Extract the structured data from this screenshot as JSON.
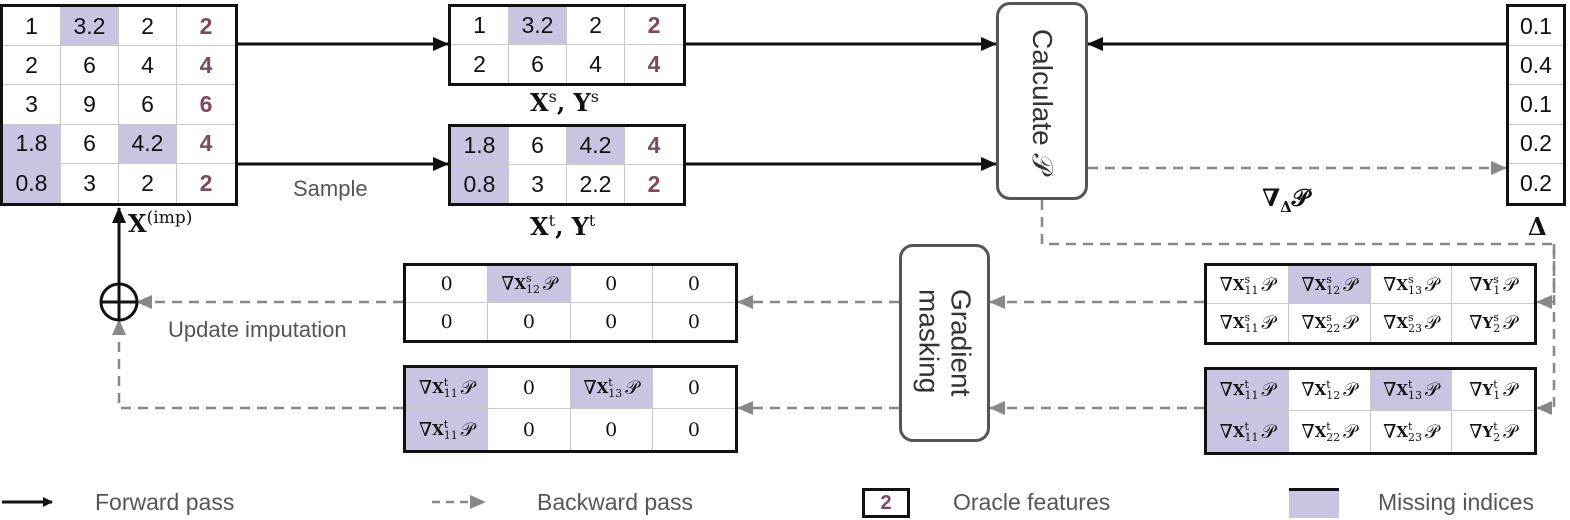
{
  "imp_matrix": {
    "label": "X(imp)",
    "rows": [
      [
        {
          "v": "1"
        },
        {
          "v": "3.2",
          "miss": true
        },
        {
          "v": "2"
        },
        {
          "v": "2",
          "oracle": true
        }
      ],
      [
        {
          "v": "2"
        },
        {
          "v": "6"
        },
        {
          "v": "4"
        },
        {
          "v": "4",
          "oracle": true
        }
      ],
      [
        {
          "v": "3"
        },
        {
          "v": "9"
        },
        {
          "v": "6"
        },
        {
          "v": "6",
          "oracle": true
        }
      ],
      [
        {
          "v": "1.8",
          "miss": true
        },
        {
          "v": "6"
        },
        {
          "v": "4.2",
          "miss": true
        },
        {
          "v": "4",
          "oracle": true
        }
      ],
      [
        {
          "v": "0.8",
          "miss": true
        },
        {
          "v": "3"
        },
        {
          "v": "2"
        },
        {
          "v": "2",
          "oracle": true
        }
      ]
    ]
  },
  "source_matrix": {
    "label": "Xs, Ys",
    "rows": [
      [
        {
          "v": "1"
        },
        {
          "v": "3.2",
          "miss": true
        },
        {
          "v": "2"
        },
        {
          "v": "2",
          "oracle": true
        }
      ],
      [
        {
          "v": "2"
        },
        {
          "v": "6"
        },
        {
          "v": "4"
        },
        {
          "v": "4",
          "oracle": true
        }
      ]
    ]
  },
  "target_matrix": {
    "label": "Xt, Yt",
    "rows": [
      [
        {
          "v": "1.8",
          "miss": true
        },
        {
          "v": "6"
        },
        {
          "v": "4.2",
          "miss": true
        },
        {
          "v": "4",
          "oracle": true
        }
      ],
      [
        {
          "v": "0.8",
          "miss": true
        },
        {
          "v": "3"
        },
        {
          "v": "2.2"
        },
        {
          "v": "2",
          "oracle": true
        }
      ]
    ]
  },
  "delta": {
    "label": "Δ",
    "values": [
      "0.1",
      "0.4",
      "0.1",
      "0.2",
      "0.2"
    ]
  },
  "calculate_box": {
    "label": "Calculate 𝒫"
  },
  "masking_box": {
    "label_line1": "Gradient",
    "label_line2": "masking"
  },
  "labels": {
    "sample": "Sample",
    "update": "Update imputation",
    "grad_delta": "∇Δ𝒫"
  },
  "grad_source": {
    "rows": [
      [
        {
          "b": "X",
          "s": "s",
          "i": "11"
        },
        {
          "b": "X",
          "s": "s",
          "i": "12",
          "miss": true
        },
        {
          "b": "X",
          "s": "s",
          "i": "13"
        },
        {
          "b": "Y",
          "s": "s",
          "i": "1"
        }
      ],
      [
        {
          "b": "X",
          "s": "s",
          "i": "11"
        },
        {
          "b": "X",
          "s": "s",
          "i": "22"
        },
        {
          "b": "X",
          "s": "s",
          "i": "23"
        },
        {
          "b": "Y",
          "s": "s",
          "i": "2"
        }
      ]
    ]
  },
  "grad_target": {
    "rows": [
      [
        {
          "b": "X",
          "s": "t",
          "i": "11",
          "miss": true
        },
        {
          "b": "X",
          "s": "t",
          "i": "12"
        },
        {
          "b": "X",
          "s": "t",
          "i": "13",
          "miss": true
        },
        {
          "b": "Y",
          "s": "t",
          "i": "1"
        }
      ],
      [
        {
          "b": "X",
          "s": "t",
          "i": "11",
          "miss": true
        },
        {
          "b": "X",
          "s": "t",
          "i": "22"
        },
        {
          "b": "X",
          "s": "t",
          "i": "23"
        },
        {
          "b": "Y",
          "s": "t",
          "i": "2"
        }
      ]
    ]
  },
  "masked_source": {
    "rows": [
      [
        {
          "v": "0"
        },
        {
          "b": "X",
          "s": "s",
          "i": "12",
          "miss": true
        },
        {
          "v": "0"
        },
        {
          "v": "0"
        }
      ],
      [
        {
          "v": "0"
        },
        {
          "v": "0"
        },
        {
          "v": "0"
        },
        {
          "v": "0"
        }
      ]
    ]
  },
  "masked_target": {
    "rows": [
      [
        {
          "b": "X",
          "s": "t",
          "i": "11",
          "miss": true
        },
        {
          "v": "0"
        },
        {
          "b": "X",
          "s": "t",
          "i": "13",
          "miss": true
        },
        {
          "v": "0"
        }
      ],
      [
        {
          "b": "X",
          "s": "t",
          "i": "11",
          "miss": true
        },
        {
          "v": "0"
        },
        {
          "v": "0"
        },
        {
          "v": "0"
        }
      ]
    ]
  },
  "legend": {
    "forward": "Forward pass",
    "backward": "Backward pass",
    "oracle_sample": "2",
    "oracle": "Oracle features",
    "missing": "Missing indices"
  },
  "colors": {
    "missing_fill": "#c7c5e1",
    "oracle_text": "#7a4a62",
    "dashed_arrow": "#888888"
  }
}
